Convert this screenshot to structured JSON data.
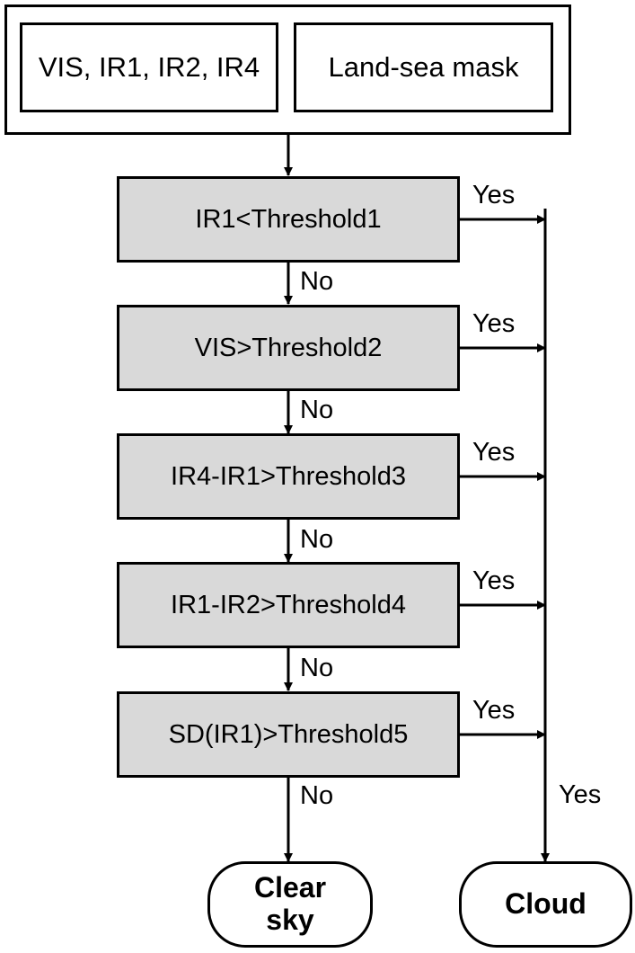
{
  "inputs": {
    "satellite_channels": "VIS, IR1, IR2, IR4",
    "land_sea_mask": "Land-sea mask"
  },
  "steps": [
    {
      "condition": "IR1<Threshold1",
      "yes_label": "Yes",
      "no_label": "No"
    },
    {
      "condition": "VIS>Threshold2",
      "yes_label": "Yes",
      "no_label": "No"
    },
    {
      "condition": "IR4-IR1>Threshold3",
      "yes_label": "Yes",
      "no_label": "No"
    },
    {
      "condition": "IR1-IR2>Threshold4",
      "yes_label": "Yes",
      "no_label": "No"
    },
    {
      "condition": "SD(IR1)>Threshold5",
      "yes_label": "Yes",
      "no_label": "No"
    }
  ],
  "collector_yes_label": "Yes",
  "outputs": {
    "clear_sky": "Clear sky",
    "cloud": "Cloud"
  },
  "colors": {
    "step_fill": "#d9d9d9",
    "line": "#000000"
  }
}
